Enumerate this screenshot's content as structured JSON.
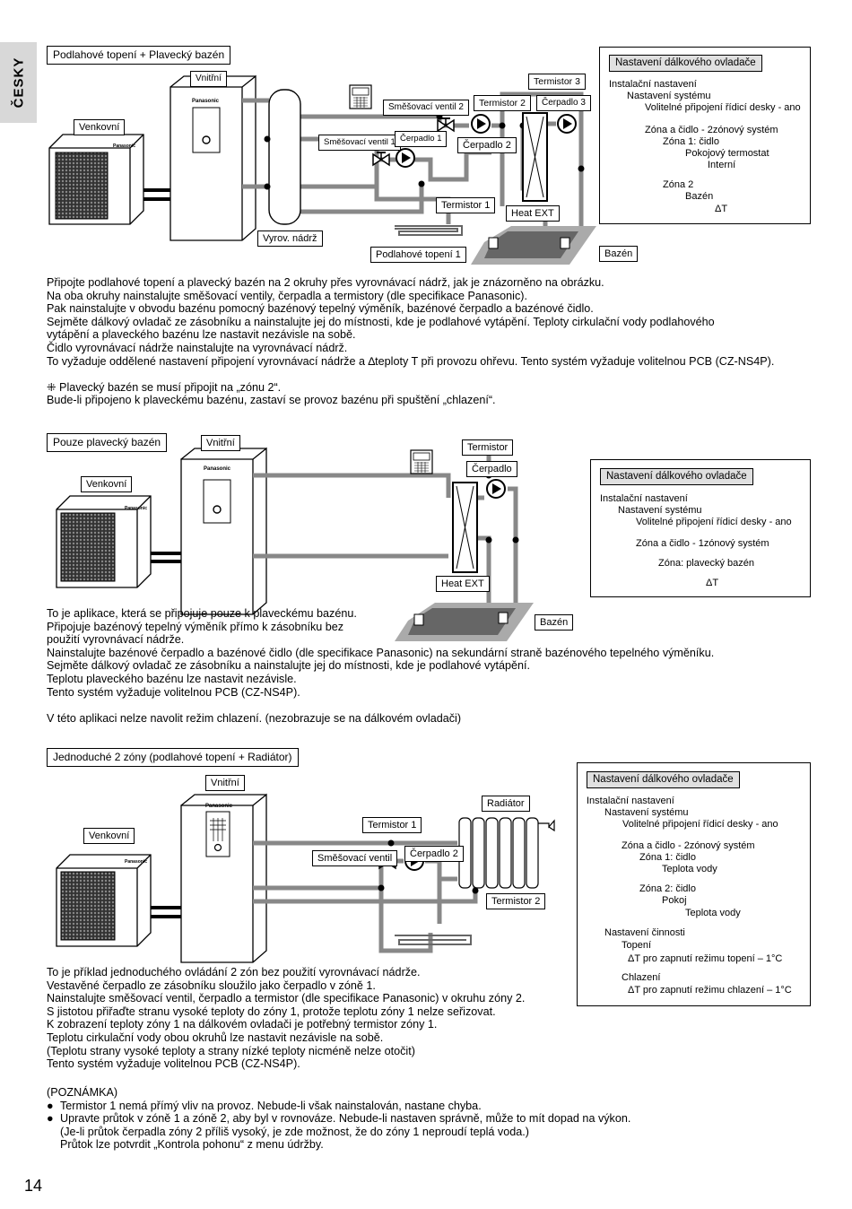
{
  "language_tab": "ČESKY",
  "page_number": "14",
  "section1": {
    "title": "Podlahové topení + Plavecký bazén",
    "labels": {
      "outdoor": "Venkovní",
      "indoor": "Vnitřní",
      "brand": "Panasonic",
      "mixing_valve_2": "Směšovací ventil 2",
      "mixing_valve_1": "Směšovací ventil 1",
      "thermistor_3": "Termistor 3",
      "thermistor_2": "Termistor 2",
      "pump_3": "Čerpadlo 3",
      "pump_2": "Čerpadlo 2",
      "pump_1": "Čerpadlo 1",
      "thermistor_1": "Termistor 1",
      "heat_ext": "Heat EXT",
      "buffer_tank": "Vyrov. nádrž",
      "floor_heating_1": "Podlahové topení 1",
      "pool": "Bazén"
    },
    "settings": {
      "header": "Nastavení dálkového ovladače",
      "lines": [
        "Instalační nastavení",
        "Nastavení systému",
        "Volitelné připojení řídicí desky - ano",
        "Zóna a čidlo - 2zónový systém",
        "Zóna 1: čidlo",
        "Pokojový termostat",
        "Interní",
        "Zóna 2",
        "Bazén",
        "ΔT"
      ]
    },
    "text": [
      "Připojte podlahové topení a plavecký bazén na 2 okruhy přes vyrovnávací nádrž, jak je znázorněno na obrázku.",
      "Na oba okruhy nainstalujte směšovací ventily, čerpadla a termistory (dle specifikace Panasonic).",
      "Pak nainstalujte v obvodu bazénu pomocný bazénový tepelný výměník, bazénové čerpadlo a bazénové čidlo.",
      "Sejměte dálkový ovladač ze zásobníku a nainstalujte jej do místnosti, kde je podlahové vytápění. Teploty cirkulační vody podlahového",
      "vytápění a plaveckého bazénu lze nastavit nezávisle na sobě.",
      "Čidlo vyrovnávací nádrže nainstalujte na vyrovnávací nádrž.",
      "To vyžaduje oddělené nastavení připojení vyrovnávací nádrže a ∆teploty T při provozu ohřevu. Tento systém vyžaduje volitelnou PCB (CZ-NS4P).",
      "",
      "⁜ Plavecký bazén se musí připojit na „zónu 2“.",
      "Bude-li připojeno k plaveckému bazénu, zastaví se provoz bazénu při spuštění „chlazení“."
    ]
  },
  "section2": {
    "title": "Pouze plavecký bazén",
    "labels": {
      "outdoor": "Venkovní",
      "indoor": "Vnitřní",
      "brand": "Panasonic",
      "thermistor": "Termistor",
      "pump": "Čerpadlo",
      "heat_ext": "Heat EXT",
      "pool": "Bazén"
    },
    "settings": {
      "header": "Nastavení dálkového ovladače",
      "lines": [
        "Instalační nastavení",
        "Nastavení systému",
        "Volitelné připojení řídicí desky - ano",
        "Zóna a čidlo - 1zónový systém",
        "Zóna: plavecký bazén",
        "ΔT"
      ]
    },
    "text": [
      "To je aplikace, která se připojuje pouze k plaveckému bazénu.",
      "Připojuje bazénový tepelný výměník přímo k zásobníku bez",
      "použití vyrovnávací nádrže.",
      "Nainstalujte bazénové čerpadlo a bazénové čidlo (dle specifikace Panasonic) na sekundární straně bazénového tepelného výměníku.",
      "Sejměte dálkový ovladač ze zásobníku a nainstalujte jej do místnosti, kde je podlahové vytápění.",
      "Teplotu plaveckého bazénu lze nastavit nezávisle.",
      "Tento systém vyžaduje volitelnou PCB (CZ-NS4P).",
      "",
      "V této aplikaci nelze navolit režim chlazení. (nezobrazuje se na dálkovém ovladači)"
    ]
  },
  "section3": {
    "title": "Jednoduché 2 zóny (podlahové topení + Radiátor)",
    "labels": {
      "outdoor": "Venkovní",
      "indoor": "Vnitřní",
      "brand": "Panasonic",
      "radiator": "Radiátor",
      "thermistor_1": "Termistor 1",
      "mixing_valve": "Směšovací ventil",
      "pump_2": "Čerpadlo 2",
      "thermistor_2": "Termistor 2"
    },
    "settings": {
      "header": "Nastavení dálkového ovladače",
      "lines": [
        "Instalační nastavení",
        "Nastavení systému",
        "Volitelné připojení řídicí desky - ano",
        "Zóna a čidlo - 2zónový systém",
        "Zóna 1: čidlo",
        "Teplota vody",
        "Zóna 2: čidlo",
        "Pokoj",
        "Teplota vody",
        "Nastavení činnosti",
        "Topení",
        "ΔT pro zapnutí režimu topení – 1°C",
        "Chlazení",
        "ΔT pro zapnutí režimu chlazení – 1°C"
      ]
    },
    "text": [
      "To je příklad jednoduchého ovládání 2 zón bez použití vyrovnávací nádrže.",
      "Vestavěné čerpadlo ze zásobníku sloužilo jako čerpadlo v zóně 1.",
      "Nainstalujte směšovací ventil, čerpadlo a termistor (dle specifikace Panasonic) v okruhu zóny 2.",
      "S jistotou přiřaďte stranu vysoké teploty do zóny 1, protože teplotu zóny 1 nelze seřizovat.",
      "K zobrazení teploty zóny 1 na dálkovém ovladači je potřebný termistor zóny 1.",
      "Teplotu cirkulační vody obou okruhů lze nastavit nezávisle na sobě.",
      "(Teplotu strany vysoké teploty a strany nízké teploty nicméně nelze otočit)",
      "Tento systém vyžaduje volitelnou PCB (CZ-NS4P)."
    ],
    "note_title": "(POZNÁMKA)",
    "notes": [
      "Termistor 1 nemá přímý vliv na provoz. Nebude-li však nainstalován, nastane chyba.",
      "Upravte průtok v zóně 1 a zóně 2, aby byl v rovnováze. Nebude-li nastaven správně, může to mít dopad na výkon.",
      "(Je-li průtok čerpadla zóny 2 příliš vysoký, je zde možnost, že do zóny 1 neproudí teplá voda.)",
      "Průtok lze potvrdit „Kontrola pohonu“ z menu údržby."
    ]
  }
}
